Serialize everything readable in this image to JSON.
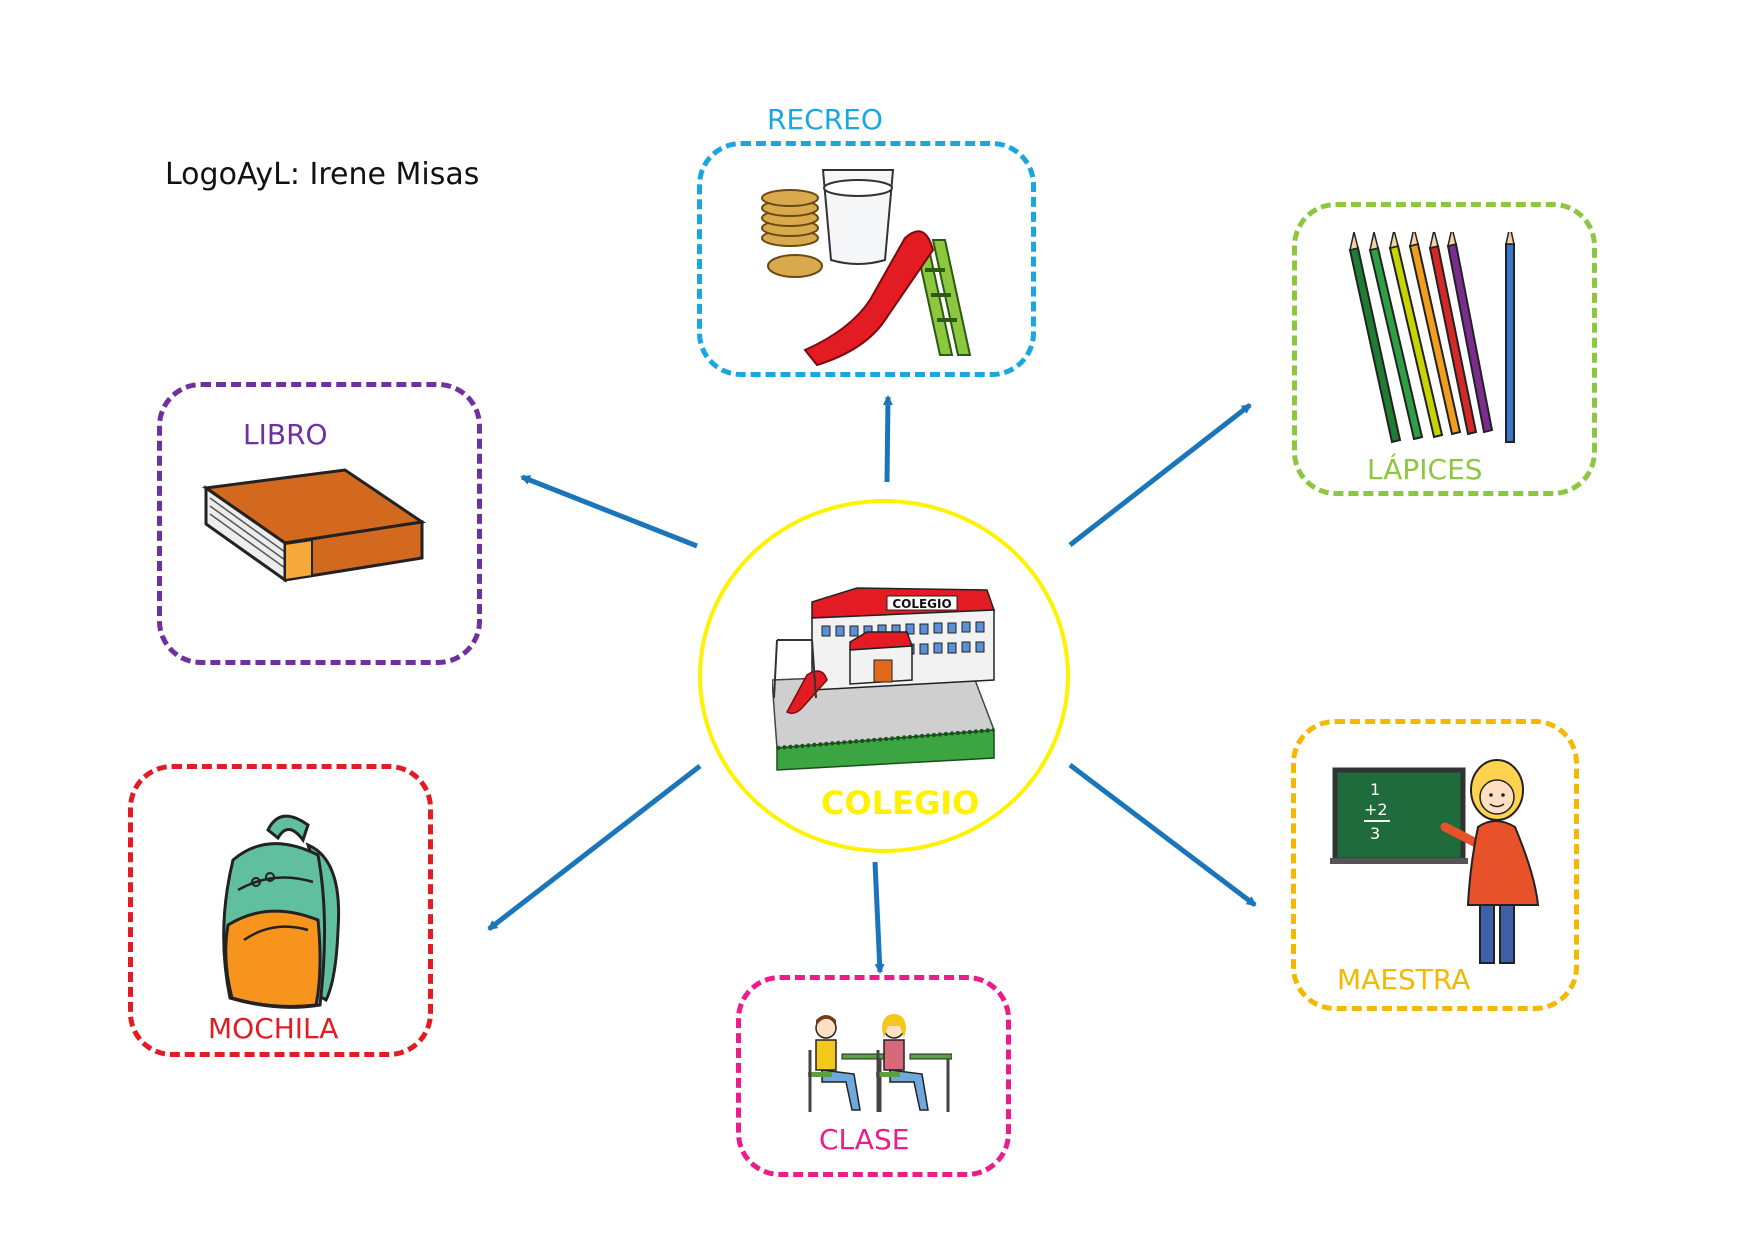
{
  "author": "LogoAyL: Irene Misas",
  "center": {
    "label": "COLEGIO",
    "sign": "COLEGIO",
    "color": "#fff200"
  },
  "nodes": [
    {
      "id": "recreo",
      "label": "RECREO",
      "color": "#1aa7e0",
      "icon": "snack-and-slide-icon"
    },
    {
      "id": "libro",
      "label": "LIBRO",
      "color": "#7030a0",
      "icon": "book-icon"
    },
    {
      "id": "lapices",
      "label": "LÁPICES",
      "color": "#8dc63f",
      "icon": "colored-pencils-icon"
    },
    {
      "id": "mochila",
      "label": "MOCHILA",
      "color": "#e31b23",
      "icon": "backpack-icon"
    },
    {
      "id": "maestra",
      "label": "MAESTRA",
      "color": "#f5b800",
      "icon": "teacher-icon"
    },
    {
      "id": "clase",
      "label": "CLASE",
      "color": "#ec1c8c",
      "icon": "classroom-icon"
    }
  ],
  "arrow_color": "#1b75bb",
  "chalkboard": {
    "line1": "1",
    "line2": "+2",
    "line3": "3"
  }
}
